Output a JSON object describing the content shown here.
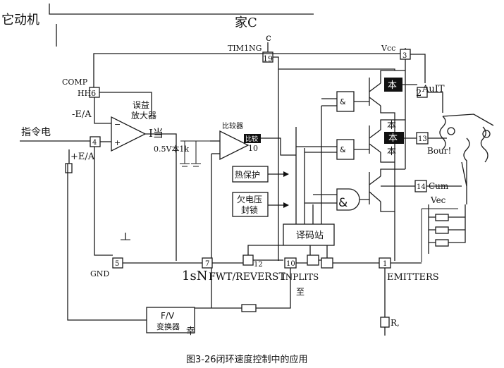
{
  "top": {
    "motor_label": "它动机",
    "home_label": "家C"
  },
  "pins": {
    "timing": "TIM1NG",
    "timing_c": "c",
    "timing_num": "19",
    "vcc": "Vcc",
    "vcc_num": "3",
    "comp": "COMP",
    "comp_num": "HH6",
    "ea_minus": "-E/A",
    "ea_plus": "+E/A",
    "ea_num": "4",
    "gnd": "GND",
    "gnd_num": "5",
    "fwt_pin": "7",
    "fwt_prefix": "1sN",
    "fwt": "FWT/REVERST",
    "pin_12": "12",
    "pin_10": "10",
    "inputs": "INPLITS",
    "zhi": "至",
    "emitters_num": "1",
    "emitters": "EMITTERS",
    "ault_num": "2",
    "ault": "AuIT",
    "bout_num": "13",
    "bout": "Bour!",
    "cout_num": "14",
    "cout": "Cum",
    "vec": "Vec",
    "rs": "R,"
  },
  "blocks": {
    "error_amp": [
      "误益",
      "放大器"
    ],
    "comparator": "比较器",
    "comparator_tag": "比较",
    "comparator_num": "10",
    "thermal": "热保护",
    "undervoltage": [
      "欠电压",
      "封锁"
    ],
    "decoder": "译码站",
    "fv": [
      "F/V",
      "变换器"
    ],
    "fv_tail": "幸",
    "and_symbol": "&",
    "driver_top": "本",
    "driver_mid": [
      "本",
      "本",
      "本"
    ]
  },
  "labels": {
    "command": "指令电",
    "current_out": "I当",
    "ref": "0.5V本1k"
  },
  "caption": "图3-26闭环速度控制中的应用"
}
